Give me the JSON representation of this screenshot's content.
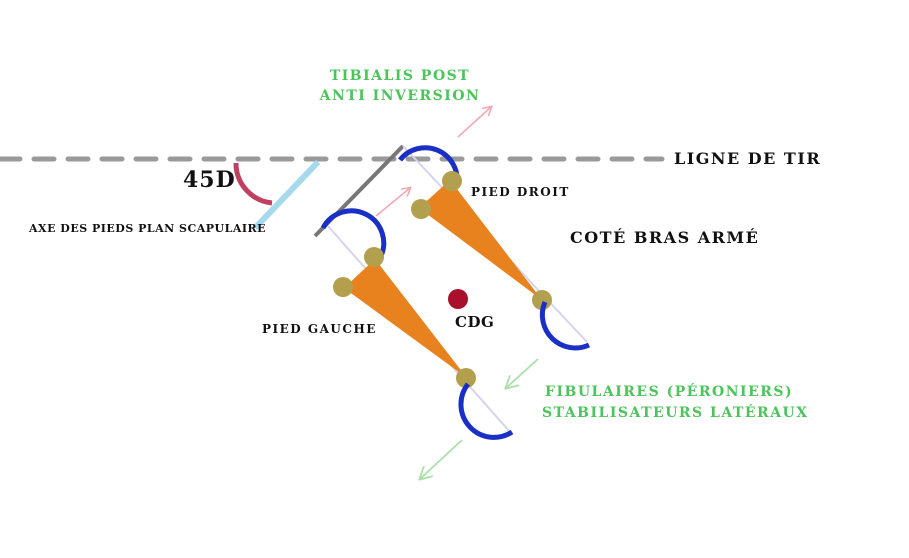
{
  "labels": {
    "tibialis_line1": "TIBIALIS POST",
    "tibialis_line2": "ANTI INVERSION",
    "ligne_de_tir": "LIGNE DE TIR",
    "angle": "45D",
    "pied_droit": "PIED DROIT",
    "axe_pieds": "AXE DES PIEDS PLAN SCAPULAIRE",
    "cote_bras_arme": "COTÉ BRAS ARMÉ",
    "cdg": "CDG",
    "pied_gauche": "PIED GAUCHE",
    "fibulaires_line1": "FIBULAIRES (PÉRONIERS)",
    "fibulaires_line2": "STABILISATEURS LATÉRAUX"
  },
  "colors": {
    "firing_line": "#9a9a9a",
    "foot_arc": "#1a2fc4",
    "muscle_wedge": "#e8821e",
    "joint": "#b3a04e",
    "cdg_dot": "#a8102e",
    "angle_arc": "#c04060",
    "scapular_axis": "#a6d8ee",
    "label_green": "#4cc45a",
    "arrow_pink": "#f0a8b4",
    "arrow_green": "#a8e0a8"
  }
}
